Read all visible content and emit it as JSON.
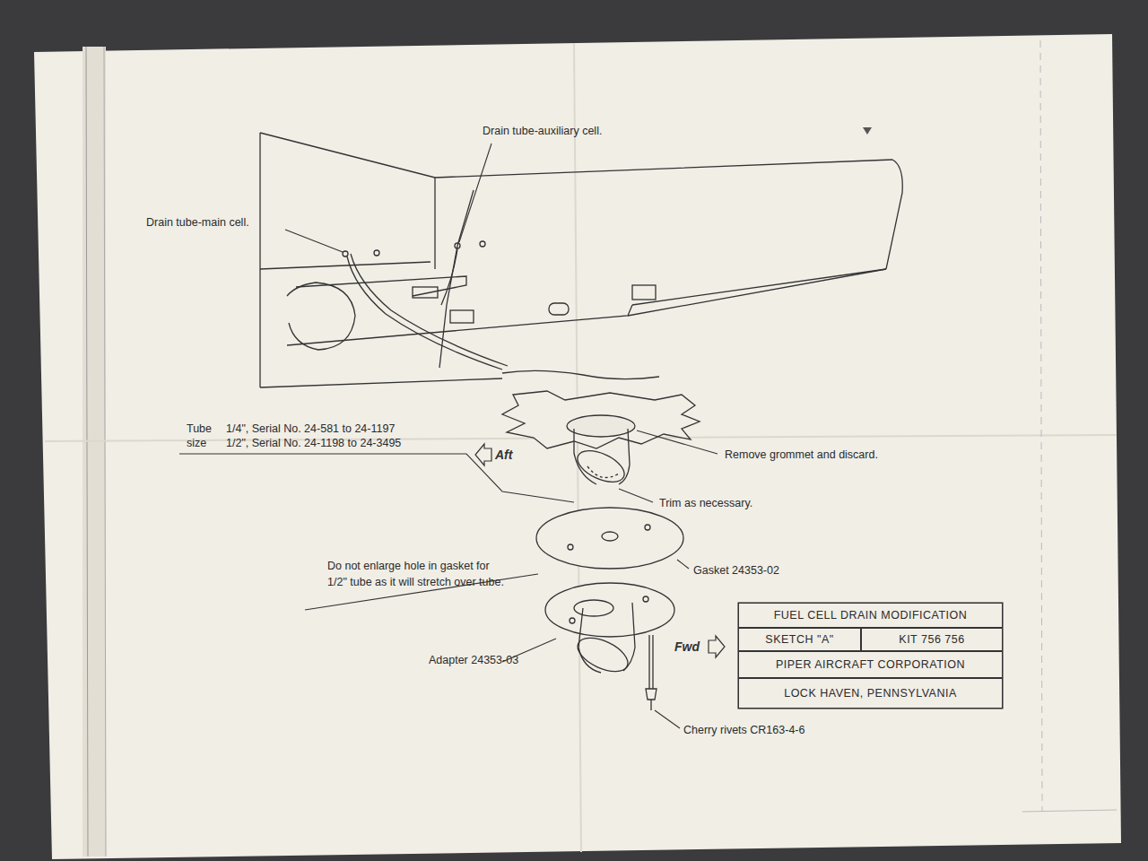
{
  "diagram": {
    "nodes": [
      {
        "text": [
          "FUEL CELL DRAIN MODIFICATION"
        ]
      },
      {
        "text": [
          "SKETCH \"A\""
        ]
      },
      {
        "text": [
          "KIT 756 756"
        ]
      },
      {
        "text": [
          "PIPER AIRCRAFT CORPORATION"
        ]
      },
      {
        "text": [
          "LOCK HAVEN, PENNSYLVANIA"
        ]
      }
    ],
    "labels": [
      "Drain tube-auxiliary cell.",
      "Drain tube-main cell.",
      "Tube",
      "size",
      "1/4\", Serial No. 24-581 to 24-1197",
      "1/2\", Serial No. 24-1198 to 24-3495",
      "Aft",
      "Remove grommet and discard.",
      "Trim as necessary.",
      "Do not enlarge hole in gasket for 1/2\" tube as it will stretch over tube.",
      "Gasket 24353-02",
      "Fwd",
      "Adapter 24353-03",
      "Cherry rivets CR163-4-6"
    ]
  }
}
